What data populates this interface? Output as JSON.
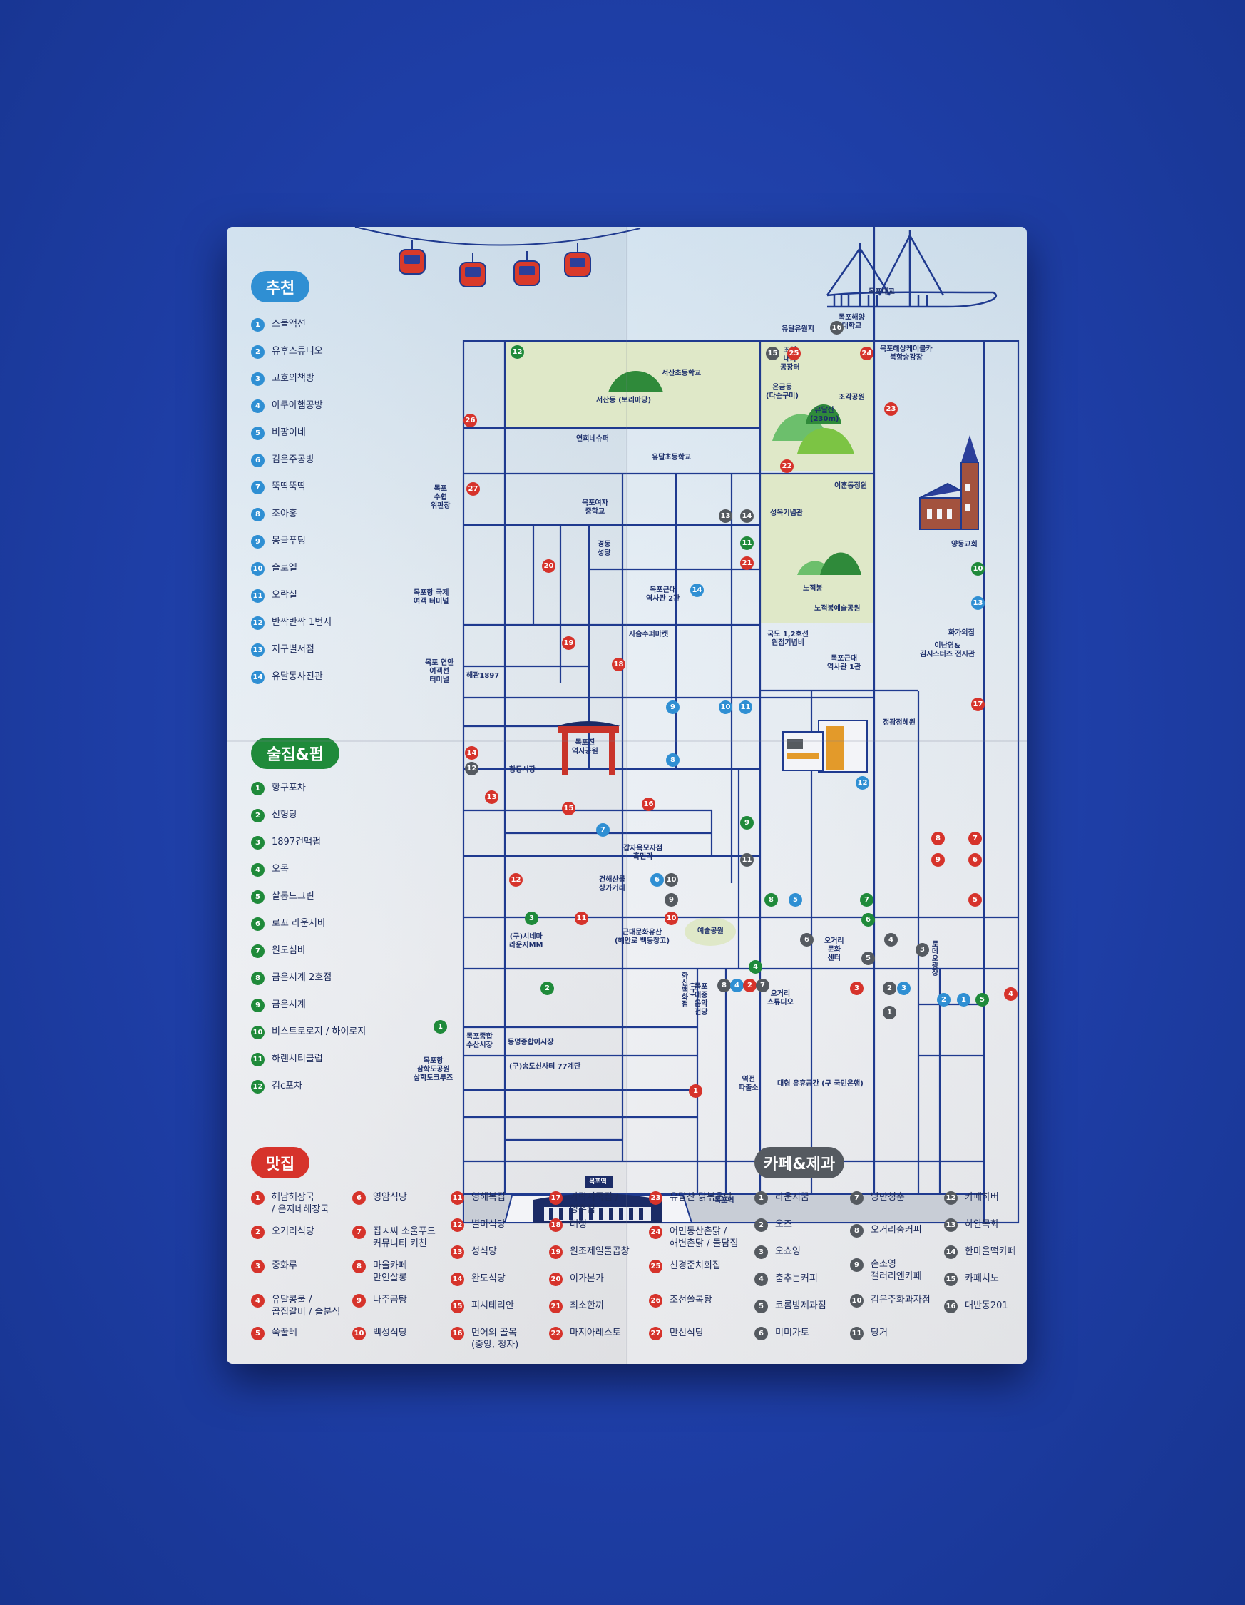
{
  "sections": {
    "recommend": "추천",
    "bars": "술집&펍",
    "food": "맛집",
    "cafe": "카페&제과"
  },
  "recommend": [
    "스몰액션",
    "유후스튜디오",
    "고호의책방",
    "아쿠아햄공방",
    "비팡이네",
    "김은주공방",
    "뚝딱뚝딱",
    "조아홍",
    "몽글푸딩",
    "슬로엘",
    "오락실",
    "반짝반짝 1번지",
    "지구별서점",
    "유달동사진관"
  ],
  "bars": [
    "항구포차",
    "신형당",
    "1897건맥펍",
    "오목",
    "살롱드그린",
    "로꼬 라운지바",
    "원도심바",
    "금은시계 2호점",
    "금은시계",
    "비스트로로지 / 하이로지",
    "하렌시티클럽",
    "김c포차"
  ],
  "food": [
    "해남해장국\n/ 은지네해장국",
    "오거리식당",
    "중화루",
    "유달콩물 /\n곱집갈비 / 솔분식",
    "쑥꿀레",
    "영암식당",
    "집ㅅ씨 소울푸드\n커뮤니티 키친",
    "마을카페\n만인살롱",
    "나주곰탕",
    "백성식당",
    "영해복집",
    "별미식당",
    "성식당",
    "완도식당",
    "피시테리안",
    "먼어의 골목\n(중앙, 청자)",
    "가락지죽집 /\n영주점",
    "대청",
    "원조제일돌곱창",
    "이가본가",
    "최소한끼",
    "마지아레스토",
    "유달산 닭볶음탕",
    "어민동산촌닭 /\n해변촌닭 / 돌담집",
    "선경준치회집",
    "조선쫄복탕",
    "만선식당"
  ],
  "cafe": [
    "라운지꿈",
    "오즈",
    "오쇼잉",
    "춤추는커피",
    "코롬방제과점",
    "미미가토",
    "낭만청춘",
    "오거리숭커피",
    "손소영\n갤러리엔카페",
    "김은주화과자점",
    "당거",
    "카페하버",
    "하얀목화",
    "한마을떡카페",
    "카페치노",
    "대반동201"
  ],
  "places": {
    "mokpo_bridge": "목포대교",
    "maritime_univ": "목포해양\n대학교",
    "yudal_park": "유달유원지",
    "cablecar": "목포해상케이블카\n북항승강장",
    "seosan_school": "서산초등학교",
    "seosan_dong": "서산동 (보리마당)",
    "joseon_factory": "조선\n내화\n공장터",
    "ongeum_dong": "온금동\n(다순구미)",
    "yudalsan": "유달산\n(230m)",
    "sculpture_park": "조각공원",
    "yeonhui": "연희네슈퍼",
    "yudal_school": "유달초등학교",
    "fisheries": "목포\n수협\n위판장",
    "girls_school": "목포여자\n중학교",
    "idong_park": "이훈동정원",
    "seongok": "성옥기념관",
    "yangdong_church": "양동교회",
    "gyeongdong": "경동\n성당",
    "modern_hist2": "목포근대\n역사관 2관",
    "nojeokbong": "노적봉",
    "nojeokbong_park": "노적봉예술공원",
    "intl_terminal": "목포항 국제\n여객 터미널",
    "sasum": "사슴수퍼마켓",
    "route12": "국도 1,2호선\n원점기념비",
    "hwaga": "화가의집",
    "inanyoung": "이난영&\n김시스터즈 전시관",
    "coastal_terminal": "목포 연안\n여객선\n터미널",
    "haegwan": "해관1897",
    "modern_hist1": "목포근대\n역사관 1관",
    "jeonggwang": "정광정혜원",
    "mokpojin": "목포진\n역사공원",
    "hangdong": "항동시장",
    "gapjaok": "갑자옥모자점\n흑민각",
    "geonhae": "건해산물\n상가거리",
    "cinema": "(구)시네마\n라운지MM",
    "modern_culture": "근대문화유산\n(해안로 백동창고)",
    "art_park": "예술공원",
    "ogeori_center": "오거리\n문화\n센터",
    "lotte": "로데오광장",
    "hwasin": "(구)\n화신백화점",
    "music_hall": "목포\n대중\n음악\n전당",
    "ogeori_studio": "오거리\n스튜디오",
    "fish_market": "목포종합\n수산시장",
    "dongmyeong": "동명종합어시장",
    "samhak": "목포항\n삼학도공원\n삼학도크루즈",
    "songdo": "(구)송도신사터 77계단",
    "station_police": "역전\n파출소",
    "daehyeong": "대형 유휴공간 (구 국민은행)",
    "station_sign": "목포역",
    "station": "목포역"
  },
  "colors": {
    "recommend": "#2f8fd3",
    "bars": "#1f8a3a",
    "food": "#d6332b",
    "cafe": "#555a60",
    "road": "#1f3a8f",
    "park": "#dfe8c8"
  }
}
